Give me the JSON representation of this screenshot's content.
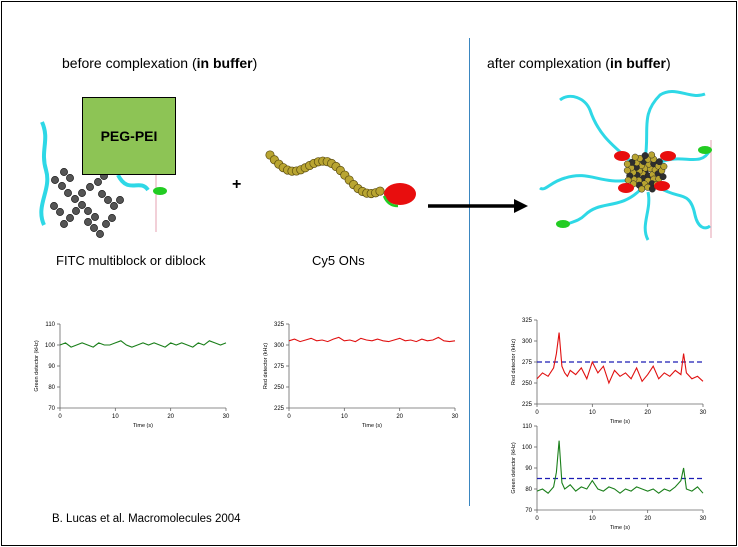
{
  "heading_before_prefix": "before complexation (",
  "heading_before_bold": "in buffer",
  "heading_before_suffix": ")",
  "heading_after_prefix": "after complexation (",
  "heading_after_bold": "in buffer",
  "heading_after_suffix": ")",
  "peg_label": "PEG-PEI",
  "plus_sign": "+",
  "caption_left": "FITC multiblock or diblock",
  "caption_mid": "Cy5 ONs",
  "reference": "B. Lucas et al. Macromolecules 2004",
  "colors": {
    "peg": "#8dc455",
    "cyan": "#2ed8e6",
    "green_dye": "#22cc22",
    "cy5": "#e80e0e",
    "ps": "#1a7f1a",
    "red_trace": "#e01010",
    "threshold": "#1c1cb4",
    "divider": "#3a86c0"
  },
  "chart_data": [
    {
      "type": "line",
      "id": "green-before",
      "xlabel": "Time (s)",
      "ylabel": "Green detector (kHz)",
      "xlim": [
        0,
        30
      ],
      "ylim": [
        70,
        110
      ],
      "xticks": [
        0,
        10,
        20,
        30
      ],
      "yticks": [
        70,
        80,
        90,
        100,
        110
      ],
      "color": "#1a7f1a",
      "series": [
        {
          "x": [
            0,
            1,
            2,
            3,
            4,
            5,
            6,
            7,
            8,
            9,
            10,
            11,
            12,
            13,
            14,
            15,
            16,
            17,
            18,
            19,
            20,
            21,
            22,
            23,
            24,
            25,
            26,
            27,
            28,
            29,
            30
          ],
          "values": [
            100,
            101,
            99,
            100,
            101,
            100,
            99,
            101,
            100,
            100,
            101,
            102,
            100,
            99,
            100,
            101,
            100,
            101,
            100,
            99,
            101,
            100,
            101,
            100,
            99,
            101,
            100,
            102,
            101,
            100,
            101
          ]
        }
      ]
    },
    {
      "type": "line",
      "id": "red-before",
      "xlabel": "Time (s)",
      "ylabel": "Red detector (kHz)",
      "xlim": [
        0,
        30
      ],
      "ylim": [
        225,
        325
      ],
      "xticks": [
        0,
        10,
        20,
        30
      ],
      "yticks": [
        225,
        250,
        275,
        300,
        325
      ],
      "color": "#e01010",
      "series": [
        {
          "x": [
            0,
            1,
            2,
            3,
            4,
            5,
            6,
            7,
            8,
            9,
            10,
            11,
            12,
            13,
            14,
            15,
            16,
            17,
            18,
            19,
            20,
            21,
            22,
            23,
            24,
            25,
            26,
            27,
            28,
            29,
            30
          ],
          "values": [
            305,
            307,
            304,
            306,
            308,
            305,
            306,
            304,
            307,
            309,
            305,
            306,
            304,
            308,
            306,
            305,
            307,
            305,
            304,
            306,
            308,
            305,
            306,
            304,
            307,
            305,
            306,
            309,
            305,
            304,
            305
          ]
        }
      ]
    },
    {
      "type": "line",
      "id": "red-after",
      "xlabel": "Time (s)",
      "ylabel": "Red detector (kHz)",
      "xlim": [
        0,
        30
      ],
      "ylim": [
        225,
        325
      ],
      "xticks": [
        0,
        10,
        20,
        30
      ],
      "yticks": [
        225,
        250,
        275,
        300,
        325
      ],
      "color": "#e01010",
      "threshold": 275,
      "series": [
        {
          "x": [
            0,
            1,
            2,
            3,
            3.5,
            4,
            4.5,
            5,
            5.5,
            6,
            7,
            8,
            9,
            10,
            11,
            12,
            13,
            14,
            15,
            16,
            17,
            18,
            19,
            20,
            21,
            22,
            23,
            24,
            25,
            26,
            26.5,
            27,
            28,
            29,
            30
          ],
          "values": [
            255,
            262,
            258,
            268,
            285,
            310,
            270,
            262,
            258,
            265,
            260,
            268,
            255,
            275,
            262,
            270,
            250,
            265,
            258,
            262,
            255,
            268,
            252,
            260,
            270,
            255,
            262,
            258,
            265,
            260,
            285,
            262,
            255,
            258,
            252
          ]
        }
      ]
    },
    {
      "type": "line",
      "id": "green-after",
      "xlabel": "Time (s)",
      "ylabel": "Green detector (kHz)",
      "xlim": [
        0,
        30
      ],
      "ylim": [
        70,
        110
      ],
      "xticks": [
        0,
        10,
        20,
        30
      ],
      "yticks": [
        70,
        80,
        90,
        100,
        110
      ],
      "color": "#1a7f1a",
      "threshold": 85,
      "series": [
        {
          "x": [
            0,
            1,
            2,
            3,
            3.5,
            4,
            4.5,
            5,
            6,
            7,
            8,
            9,
            10,
            11,
            12,
            13,
            14,
            15,
            16,
            17,
            18,
            19,
            20,
            21,
            22,
            23,
            24,
            25,
            26,
            26.5,
            27,
            28,
            29,
            30
          ],
          "values": [
            79,
            80,
            78,
            81,
            88,
            103,
            83,
            80,
            82,
            79,
            81,
            80,
            84,
            80,
            79,
            81,
            80,
            78,
            80,
            79,
            81,
            80,
            79,
            80,
            78,
            80,
            79,
            81,
            84,
            90,
            80,
            79,
            81,
            78
          ]
        }
      ]
    }
  ]
}
